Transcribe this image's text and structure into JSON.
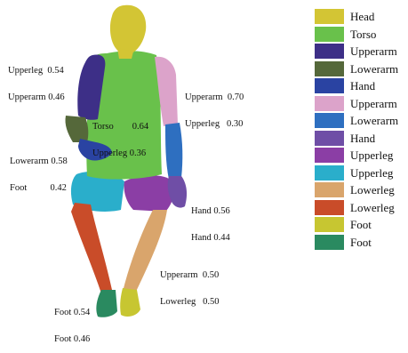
{
  "legend": [
    {
      "label": "Head",
      "color": "#d3c534"
    },
    {
      "label": "Torso",
      "color": "#69c14b"
    },
    {
      "label": "Upperarm",
      "color": "#3d2f87"
    },
    {
      "label": "Lowerarm",
      "color": "#55683a"
    },
    {
      "label": "Hand",
      "color": "#2a43a2"
    },
    {
      "label": "Upperarm",
      "color": "#dca3ca"
    },
    {
      "label": "Lowerarm",
      "color": "#2e6fc0"
    },
    {
      "label": "Hand",
      "color": "#6f4ea6"
    },
    {
      "label": "Upperleg",
      "color": "#8b3ea5"
    },
    {
      "label": "Upperleg",
      "color": "#2aaecb"
    },
    {
      "label": "Lowerleg",
      "color": "#d9a56c"
    },
    {
      "label": "Lowerleg",
      "color": "#c94c29"
    },
    {
      "label": "Foot",
      "color": "#c7c631"
    },
    {
      "label": "Foot",
      "color": "#2a8a60"
    }
  ],
  "annotations": {
    "left_arm_upper": {
      "line1": "Upperleg  0.54",
      "line2": "Upperarm 0.46"
    },
    "right_arm_upper": {
      "line1": "Upperarm  0.70",
      "line2": "Upperleg   0.30"
    },
    "torso": {
      "line1": "Torso        0.64",
      "line2": "Upperleg 0.36"
    },
    "left_lowerarm": {
      "line1": "Lowerarm 0.58",
      "line2": "Foot          0.42"
    },
    "right_hand": {
      "line1": "Hand 0.56",
      "line2": "Hand 0.44"
    },
    "knee": {
      "line1": "Upperarm  0.50",
      "line2": "Lowerleg   0.50"
    },
    "feet": {
      "line1": "Foot 0.54",
      "line2": "Foot 0.46"
    }
  }
}
